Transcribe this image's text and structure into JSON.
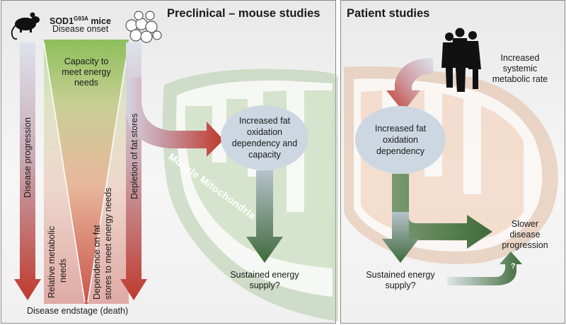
{
  "left_panel": {
    "heading": "Preclinical – mouse studies",
    "mouse_title": "SOD1",
    "mouse_title_sup": "G93A",
    "mouse_title_suffix": " mice",
    "disease_onset": "Disease onset",
    "capacity_line1": "Capacity to",
    "capacity_line2": "meet energy",
    "capacity_line3": "needs",
    "disease_progression": "Disease progression",
    "relative_metabolic_line1": "Relative metabolic",
    "relative_metabolic_line2": "needs",
    "dependence_line1": "Dependence on fat",
    "dependence_line2": "stores to meet energy needs",
    "depletion": "Depletion of fat stores",
    "endstage": "Disease endstage (death)",
    "mito_label": "Muscle Mitochondria",
    "ellipse_line1": "Increased fat",
    "ellipse_line2": "oxidation",
    "ellipse_line3": "dependency and",
    "ellipse_line4": "capacity",
    "sustained_line1": "Sustained energy",
    "sustained_line2": "supply?"
  },
  "right_panel": {
    "heading": "Patient studies",
    "systemic_line1": "Increased",
    "systemic_line2": "systemic",
    "systemic_line3": "metabolic rate",
    "ellipse_line1": "Increased fat",
    "ellipse_line2": "oxidation",
    "ellipse_line3": "dependency",
    "slower_line1": "Slower",
    "slower_line2": "disease",
    "slower_line3": "progression",
    "sustained_line1": "Sustained energy",
    "sustained_line2": "supply?",
    "question_mark": "?"
  },
  "colors": {
    "red_arrow": "#b8352a",
    "green_arrow": "#4d6e45",
    "ellipse_fill": "#cdd7e1",
    "mito_left": "#a8c49a",
    "mito_right": "#e0b89a"
  },
  "icons": [
    "mouse-icon",
    "fat-cells-icon",
    "people-silhouette-icon"
  ]
}
